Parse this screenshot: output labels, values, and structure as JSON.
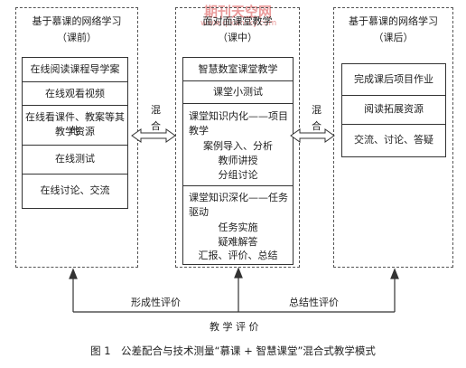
{
  "watermark": {
    "cn": "期刊天空网",
    "url": "www.qikansky.com"
  },
  "left": {
    "title": "基于慕课的网络学习",
    "subtitle": "（课前）",
    "items": [
      "在线阅读课程导学案",
      "在线观看视频",
      "在线看课件、教案等其他",
      "教学资源",
      "在线测试",
      "在线讨论、交流"
    ]
  },
  "center": {
    "title": "面对面课堂教学",
    "subtitle": "（课中）",
    "items": [
      "智慧数室课堂教学",
      "课堂小测试"
    ],
    "block1": [
      "课堂知识内化——项目",
      "教学",
      "案例导入、分析",
      "教师讲授",
      "分组讨论"
    ],
    "block2": [
      "课堂知识深化——任务",
      "驱动",
      "任务实施",
      "疑难解答",
      "汇报、评价、总结"
    ]
  },
  "right": {
    "title": "基于慕课的网络学习",
    "subtitle": "（课后）",
    "items": [
      "完成课后项目作业",
      "阅读拓展资源",
      "交流、讨论、答疑"
    ]
  },
  "mix_label_left": [
    "混",
    "合"
  ],
  "mix_label_right": [
    "混",
    "合"
  ],
  "eval": {
    "formative": "形成性评价",
    "summative": "总结性评价",
    "teaching": "教 学 评 价"
  },
  "caption": "图 1　公差配合与技术测量“慕课 + 智慧课堂”混合式教学模式"
}
